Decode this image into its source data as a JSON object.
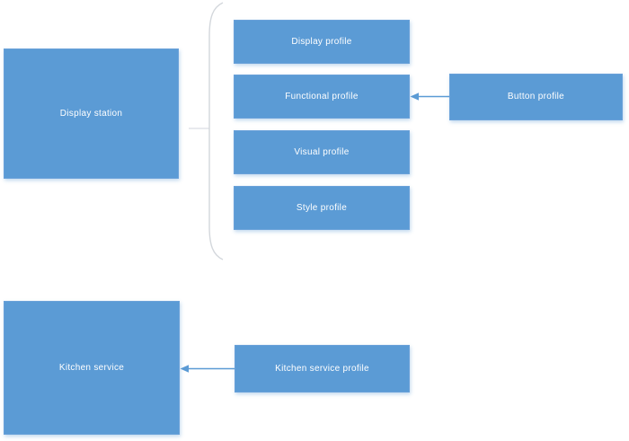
{
  "theme": {
    "canvas_bg": "#ffffff",
    "box_fill": "#5b9bd5",
    "box_border": "#6aa1d9",
    "box_text": "#ffffff",
    "connector_gray": "#d9dce1",
    "arrow_blue": "#5b9bd5"
  },
  "nodes": {
    "display_station": {
      "label": "Display station"
    },
    "display_profile": {
      "label": "Display profile"
    },
    "functional_profile": {
      "label": "Functional profile"
    },
    "visual_profile": {
      "label": "Visual profile"
    },
    "style_profile": {
      "label": "Style profile"
    },
    "button_profile": {
      "label": "Button profile"
    },
    "kitchen_service": {
      "label": "Kitchen service"
    },
    "kitchen_service_profile": {
      "label": "Kitchen service profile"
    }
  },
  "edges": [
    {
      "type": "bracket-group",
      "from": "display_station",
      "to": [
        "display_profile",
        "functional_profile",
        "visual_profile",
        "style_profile"
      ]
    },
    {
      "type": "arrow",
      "from": "button_profile",
      "to": "functional_profile"
    },
    {
      "type": "arrow",
      "from": "kitchen_service_profile",
      "to": "kitchen_service"
    }
  ]
}
